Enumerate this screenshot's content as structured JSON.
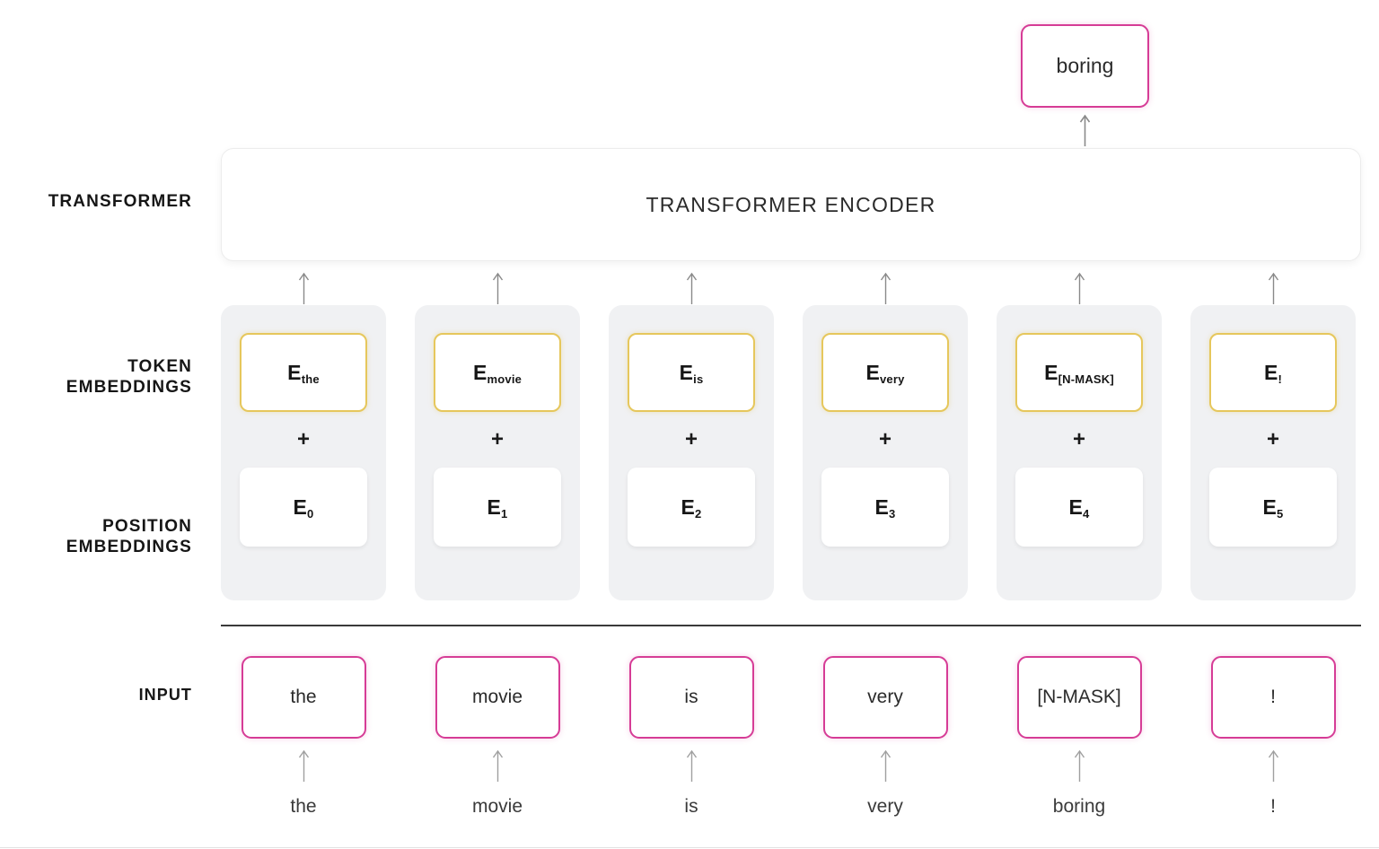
{
  "labels": {
    "transformer": "TRANSFORMER",
    "token_embeddings_line1": "TOKEN",
    "token_embeddings_line2": "EMBEDDINGS",
    "position_embeddings_line1": "POSITION",
    "position_embeddings_line2": "EMBEDDINGS",
    "input": "INPUT"
  },
  "output": {
    "prediction": "boring"
  },
  "encoder": {
    "title": "TRANSFORMER ENCODER"
  },
  "plus_symbol": "+",
  "columns": [
    {
      "token_embedding_base": "E",
      "token_embedding_sub": "the",
      "position_embedding_base": "E",
      "position_embedding_sub": "0",
      "input_token": "the",
      "source_word": "the"
    },
    {
      "token_embedding_base": "E",
      "token_embedding_sub": "movie",
      "position_embedding_base": "E",
      "position_embedding_sub": "1",
      "input_token": "movie",
      "source_word": "movie"
    },
    {
      "token_embedding_base": "E",
      "token_embedding_sub": "is",
      "position_embedding_base": "E",
      "position_embedding_sub": "2",
      "input_token": "is",
      "source_word": "is"
    },
    {
      "token_embedding_base": "E",
      "token_embedding_sub": "very",
      "position_embedding_base": "E",
      "position_embedding_sub": "3",
      "input_token": "very",
      "source_word": "very"
    },
    {
      "token_embedding_base": "E",
      "token_embedding_sub": "[N-MASK]",
      "position_embedding_base": "E",
      "position_embedding_sub": "4",
      "input_token": "[N-MASK]",
      "source_word": "boring"
    },
    {
      "token_embedding_base": "E",
      "token_embedding_sub": "!",
      "position_embedding_base": "E",
      "position_embedding_sub": "5",
      "input_token": "!",
      "source_word": "!"
    }
  ],
  "colors": {
    "output_border": "#d63c96",
    "input_border": "#d63c96",
    "token_embedding_border": "#e6c75c",
    "column_background": "#f0f1f3",
    "divider": "#3a3a3a",
    "arrow": "#8a8a8a",
    "page_background": "#ffffff"
  }
}
